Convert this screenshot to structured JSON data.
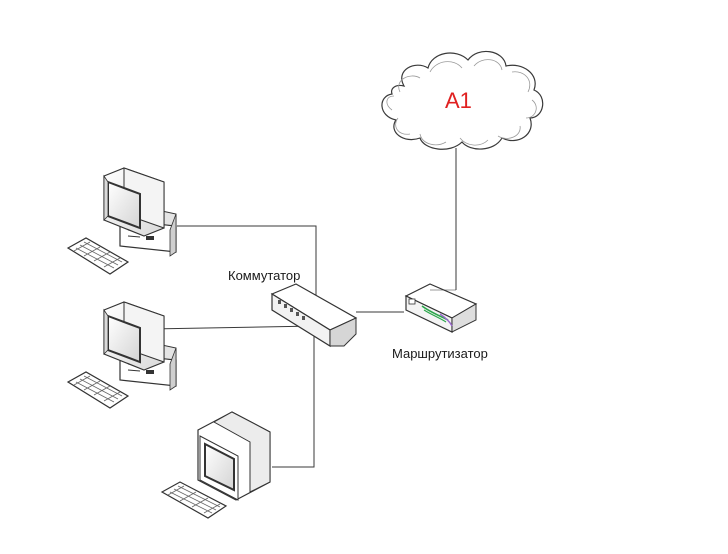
{
  "diagram": {
    "cloud": {
      "label": "A1",
      "label_color": "#e02020"
    },
    "switch": {
      "label": "Коммутатор"
    },
    "router": {
      "label": "Маршрутизатор"
    },
    "colors": {
      "line": "#3a3a3a",
      "device_face": "#ffffff",
      "device_shade": "#e6e6e6",
      "screen": "#f2f2f2",
      "router_accent_green": "#2aa64a",
      "router_accent_purple": "#9966cc"
    },
    "icons": [
      "cloud-icon",
      "desktop-computer-icon",
      "desktop-computer-icon",
      "crt-monitor-icon",
      "switch-icon",
      "router-icon"
    ]
  }
}
